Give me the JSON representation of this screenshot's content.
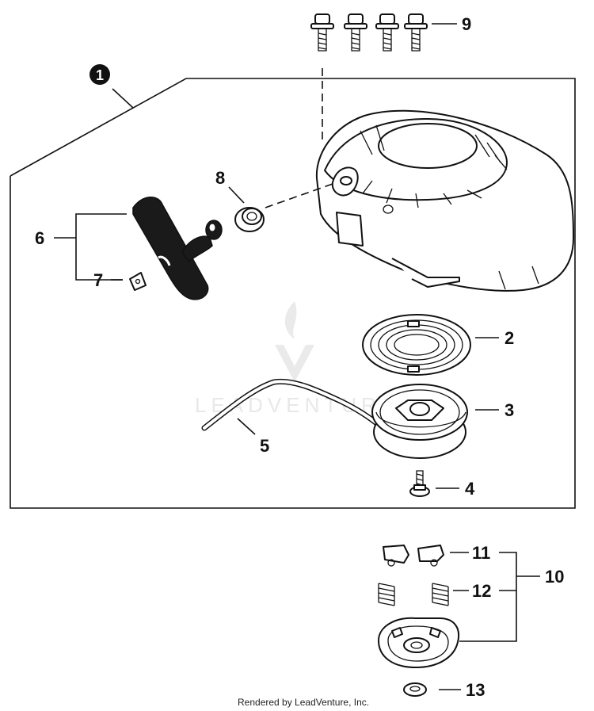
{
  "diagram": {
    "callouts": {
      "c1": "1",
      "c2": "2",
      "c3": "3",
      "c4": "4",
      "c5": "5",
      "c6": "6",
      "c7": "7",
      "c8": "8",
      "c9": "9",
      "c10": "10",
      "c11": "11",
      "c12": "12",
      "c13": "13"
    },
    "watermark": "LEADVENTURE",
    "footer": "Rendered by LeadVenture, Inc."
  }
}
